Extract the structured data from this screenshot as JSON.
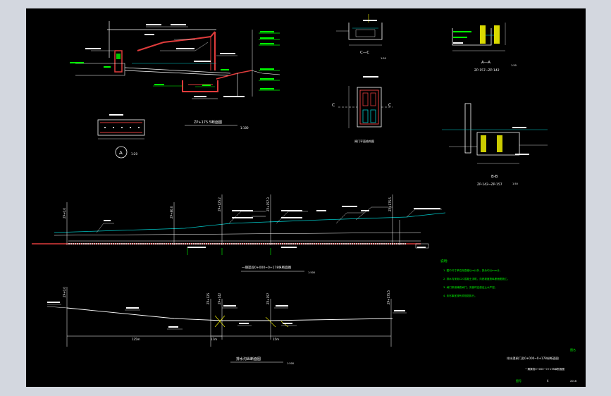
{
  "drawing": {
    "views": {
      "main_section_title": "ZP+175.5断面图",
      "main_section_scale": "1:100",
      "section_cc": "C—C",
      "section_cc_scale": "1:50",
      "plan_view_title": "闸门平面结构图",
      "section_aa": "A—A",
      "section_aa_sub": "ZP-157~ZP-142",
      "section_aa_scale": "1:50",
      "section_bb": "B-B",
      "section_bb_sub": "ZP-142~ZP-157",
      "section_bb_scale": "1:50",
      "detail_a": "A",
      "detail_a_scale": "1:20",
      "cut_c_left": "C",
      "cut_c_right": "C",
      "profile_title": "一期渠段0+000~0+178纵断面图",
      "profile_scale": "1:500",
      "long_section_title": "排水沟纵断面图",
      "long_section_scale": "1:500"
    },
    "profile": {
      "stations": [
        "ZP+0.0",
        "ZP+80.0",
        "ZP+125.2",
        "ZP+157.3",
        "ZP+175.5"
      ],
      "long_stations": [
        "ZP+0.0",
        "ZP+125",
        "ZP+142",
        "ZP+157",
        "ZP+175.5"
      ],
      "lengths": [
        "125m",
        "17m",
        "15m"
      ]
    },
    "notes": {
      "heading": "说明：",
      "items": [
        "1. 图中尺寸单位除高程以m计外，其余均以mm计。",
        "2. 排水沟采用C20混凝土浇筑，沟底坡度按纵断面图施工。",
        "3. 闸门采用铸铁闸门，安装时应保证止水严密。",
        "4. 未尽事宜按有关规范执行。"
      ]
    },
    "title_block": {
      "label": "图名",
      "line1": "排水渠闸门及0+000~0+178纵断面图",
      "line2": "一期渠段0+000~0+178纵断面图",
      "sheet_label": "图号",
      "sheet_no": "4",
      "date": "2016"
    },
    "colors": {
      "background": "#000000",
      "frame": "#ffffff",
      "concrete": "#e03c3c",
      "annotation": "#00ff00",
      "leader": "#ffff00",
      "water": "#00c8c8"
    }
  }
}
